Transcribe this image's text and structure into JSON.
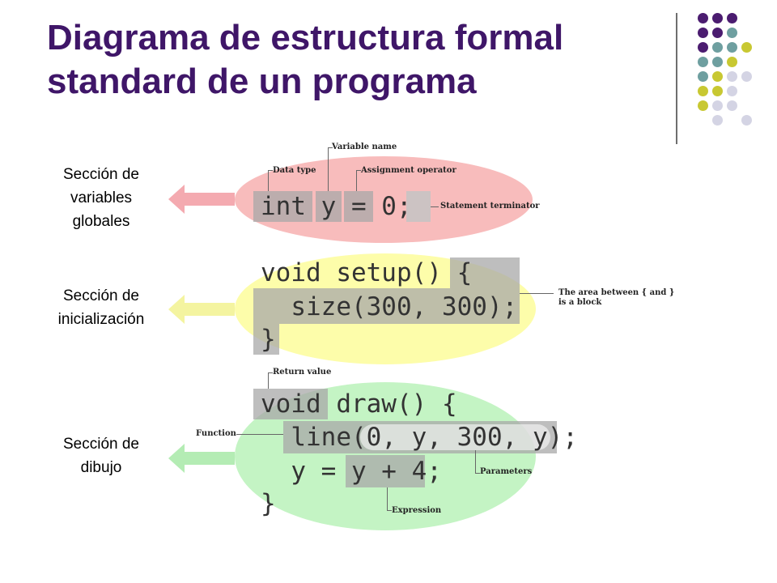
{
  "title": {
    "line1": "Diagrama de estructura formal",
    "line2": "standard de un programa"
  },
  "theme": {
    "title_color": "#3f1668",
    "dot_colors": [
      "#4b1c70",
      "#6e9fa0",
      "#c8c832",
      "#d4d4e4"
    ]
  },
  "sections": [
    {
      "id": "globals",
      "label_lines": [
        "Sección de",
        "variables",
        "globales"
      ],
      "color": "#f8bcbc",
      "arrow_color": "#f4aab0"
    },
    {
      "id": "init",
      "label_lines": [
        "Sección de",
        "inicialización"
      ],
      "color": "#fdfdaa",
      "arrow_color": "#f4f4a0"
    },
    {
      "id": "draw",
      "label_lines": [
        "Sección de",
        "dibujo"
      ],
      "color": "#c4f4c4",
      "arrow_color": "#b4ecb4"
    }
  ],
  "code": {
    "globals": [
      "int y = 0;"
    ],
    "setup": [
      "void setup() {",
      "  size(300, 300);",
      "}"
    ],
    "draw": [
      "void draw() {",
      "  line(0, y, 300, y);",
      "  y = y + 4;",
      "}"
    ]
  },
  "annotations": {
    "variable_name": "Variable name",
    "data_type": "Data type",
    "assignment_operator": "Assignment operator",
    "statement_terminator": "Statement terminator",
    "block_line1": "The area between { and }",
    "block_line2": "is a block",
    "return_value": "Return value",
    "function": "Function",
    "parameters": "Parameters",
    "expression": "Expression"
  }
}
